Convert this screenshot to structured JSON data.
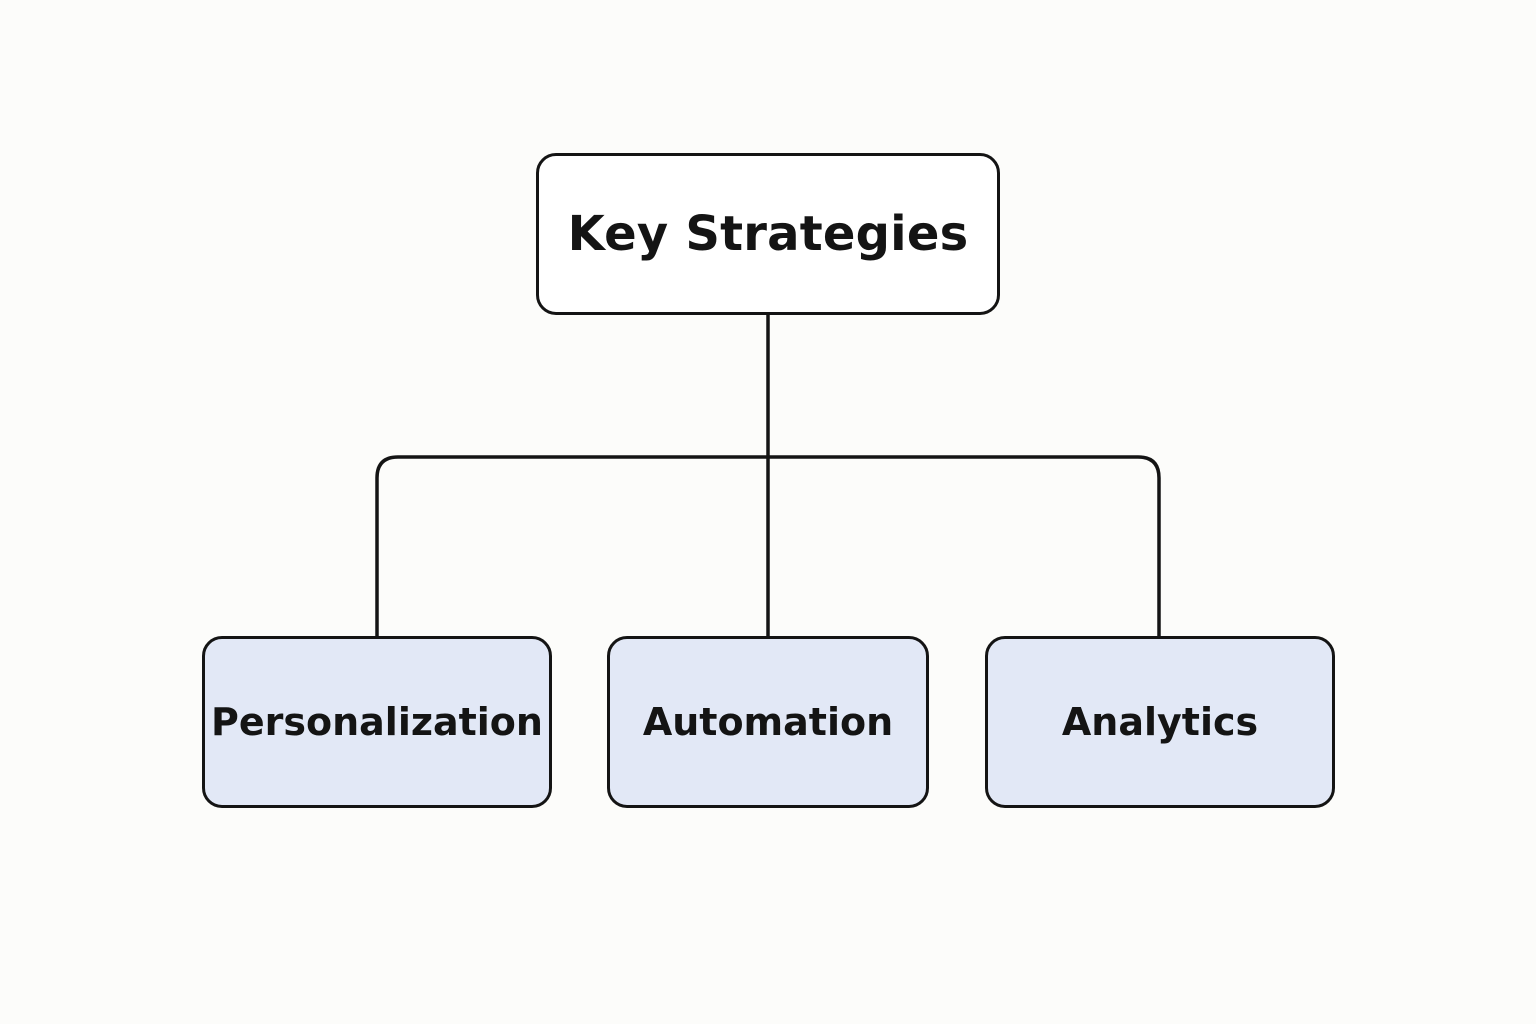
{
  "diagram": {
    "root": {
      "label": "Key Strategies"
    },
    "children": [
      {
        "label": "Personalization"
      },
      {
        "label": "Automation"
      },
      {
        "label": "Analytics"
      }
    ]
  },
  "colors": {
    "background": "#fcfcfa",
    "stroke": "#141414",
    "root_fill": "#ffffff",
    "child_fill": "#e2e8f6"
  }
}
